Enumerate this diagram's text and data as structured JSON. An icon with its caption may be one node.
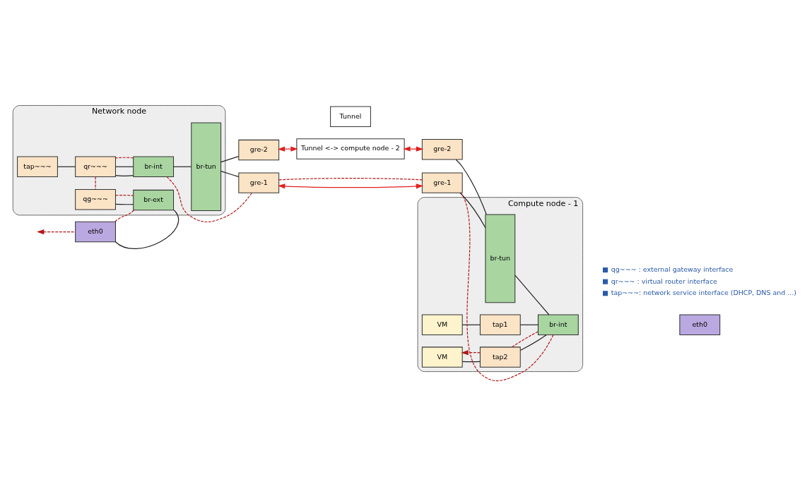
{
  "diagram": {
    "nodes": [
      {
        "text": [
          "Tunnel <-> compute node - 2"
        ]
      },
      {
        "text": [
          "Network node"
        ]
      },
      {
        "text": [
          "tap~~~"
        ],
        "in": 1
      },
      {
        "text": [
          "qg~~~"
        ],
        "in": 1
      },
      {
        "text": [
          "qr~~~"
        ],
        "in": 1
      },
      {
        "text": [
          "br-ext"
        ],
        "in": 1
      },
      {
        "text": [
          "br-int"
        ],
        "in": 1
      },
      {
        "text": [
          "br-tun"
        ],
        "in": 1
      },
      {
        "text": [
          "gre-2"
        ]
      },
      {
        "text": [
          "gre-1"
        ]
      },
      {
        "text": [
          "eth0"
        ]
      },
      {
        "text": [
          "Tunnel"
        ]
      },
      {
        "text": [
          "Compute node - 1"
        ]
      },
      {
        "text": [
          "gre-2"
        ]
      },
      {
        "text": [
          "gre-1"
        ]
      },
      {
        "text": [
          "br-tun"
        ],
        "in": 12
      },
      {
        "text": [
          "VM"
        ],
        "in": 12
      },
      {
        "text": [
          "VM"
        ],
        "in": 12
      },
      {
        "text": [
          "tap1"
        ],
        "in": 12
      },
      {
        "text": [
          "tap2"
        ],
        "in": 12
      },
      {
        "text": [
          "br-int"
        ],
        "in": 12
      },
      {
        "text": [
          "eth0"
        ]
      }
    ],
    "edges": [
      {
        "from": 0,
        "to": 8,
        "arrow": "both",
        "color": "#e02020"
      },
      {
        "from": 0,
        "to": 13,
        "arrow": "both",
        "color": "#e02020"
      },
      {
        "from": 2,
        "to": 4,
        "arrow": "none"
      },
      {
        "from": 3,
        "to": 5,
        "arrow": "none"
      },
      {
        "from": 4,
        "to": 6,
        "arrow": "none"
      },
      {
        "from": 4,
        "to": 6,
        "arrow": "none"
      },
      {
        "from": 6,
        "to": 7,
        "arrow": "none"
      },
      {
        "from": 7,
        "to": 8,
        "arrow": "none"
      },
      {
        "from": 7,
        "to": 9,
        "arrow": "none"
      },
      {
        "from": 5,
        "to": 10,
        "arrow": "none"
      },
      {
        "from": 9,
        "to": 14,
        "arrow": "both",
        "color": "#e02020"
      },
      {
        "from": 13,
        "to": 15,
        "arrow": "none"
      },
      {
        "from": 14,
        "to": 15,
        "arrow": "none"
      },
      {
        "from": 15,
        "to": 20,
        "arrow": "none"
      },
      {
        "from": 16,
        "to": 18,
        "arrow": "none"
      },
      {
        "from": 17,
        "to": 19,
        "arrow": "none"
      },
      {
        "from": 18,
        "to": 20,
        "arrow": "none"
      },
      {
        "from": 19,
        "to": 20,
        "arrow": "none"
      },
      {
        "from": 10,
        "to": null,
        "arrow": "to",
        "style": "dashed",
        "color": "#b01818"
      },
      {
        "from": 5,
        "to": 10,
        "arrow": "none",
        "style": "dashed",
        "color": "#b01818"
      },
      {
        "from": 3,
        "to": 5,
        "arrow": "none",
        "style": "dashed",
        "color": "#b01818"
      },
      {
        "from": 4,
        "to": 3,
        "arrow": "none",
        "style": "dashed",
        "color": "#b01818"
      },
      {
        "from": 6,
        "to": 4,
        "arrow": "none",
        "style": "dashed",
        "color": "#b01818"
      },
      {
        "from": 6,
        "to": 9,
        "arrow": "none",
        "style": "dashed",
        "color": "#b01818"
      },
      {
        "from": 9,
        "to": 14,
        "arrow": "none",
        "style": "dashed",
        "color": "#b01818"
      },
      {
        "from": 14,
        "to": 20,
        "arrow": "none",
        "style": "dashed",
        "color": "#b01818"
      },
      {
        "from": 20,
        "to": 19,
        "arrow": "none",
        "style": "dashed",
        "color": "#b01818"
      },
      {
        "from": 19,
        "to": 17,
        "arrow": "to",
        "style": "dashed",
        "color": "#b01818"
      }
    ],
    "labels": [
      "qg~~~ : external gateway interface",
      "qr~~~ : virtual router interface",
      "tap~~~: network service interface (DHCP, DNS and ...)"
    ]
  }
}
